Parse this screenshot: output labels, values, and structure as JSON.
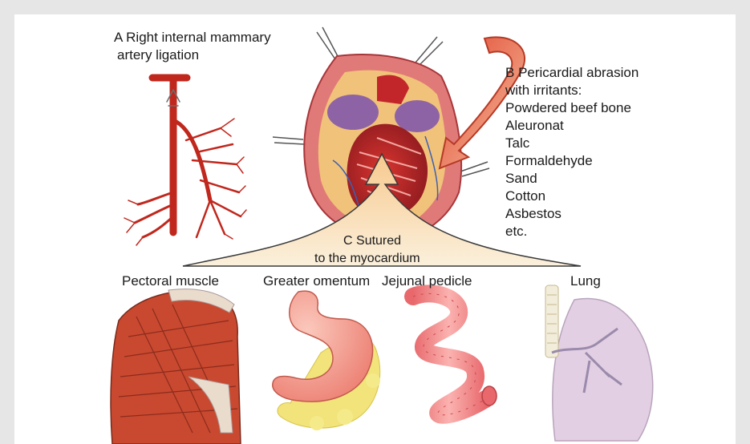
{
  "panel_a": {
    "letter": "A",
    "line1": "Right internal mammary",
    "line2": "artery ligation"
  },
  "panel_b": {
    "letter": "B",
    "line1": "Pericardial abrasion",
    "line2": "with irritants:",
    "irritants": [
      "Powdered beef bone",
      "Aleuronat",
      "Talc",
      "Formaldehyde",
      "Sand",
      "Cotton",
      "Asbestos",
      "etc."
    ]
  },
  "panel_c": {
    "letter": "C",
    "line1": "Sutured",
    "line2": "to the myocardium"
  },
  "tissues": [
    "Pectoral muscle",
    "Greater omentum",
    "Jejunal pedicle",
    "Lung"
  ],
  "colors": {
    "artery": "#c0271d",
    "heart": "#b8222a",
    "pericardium": "#e07a78",
    "arrow": "#e46a45",
    "muscle": "#c8492f",
    "stomach": "#f29a8c",
    "omentum": "#f2e37a",
    "intestine": "#f07f80",
    "lung": "#e3cfe3"
  }
}
